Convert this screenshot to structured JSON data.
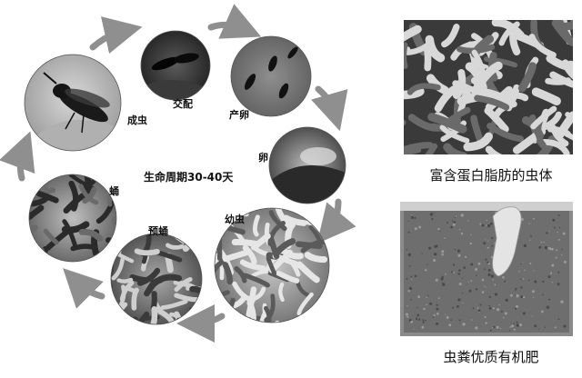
{
  "cycle": {
    "title": "生命周期30-40天",
    "stages": [
      {
        "key": "adult",
        "label": "成虫",
        "icon": "fly-photo"
      },
      {
        "key": "mating",
        "label": "交配",
        "icon": "mating-flies-photo"
      },
      {
        "key": "laying",
        "label": "产卵",
        "icon": "egg-laying-photo"
      },
      {
        "key": "egg",
        "label": "卵",
        "icon": "eggs-photo"
      },
      {
        "key": "larva",
        "label": "幼虫",
        "icon": "larvae-photo"
      },
      {
        "key": "prepupa",
        "label": "预蛹",
        "icon": "prepupae-photo"
      },
      {
        "key": "pupa",
        "label": "蛹",
        "icon": "pupae-photo"
      }
    ]
  },
  "panels": {
    "top_caption": "富含蛋白脂肪的虫体",
    "bottom_caption": "虫粪优质有机肥"
  },
  "colors": {
    "arrow": "#8f8f8f",
    "photo_dark": "#2a2a2a",
    "photo_mid": "#7a7a7a",
    "photo_light": "#cfcfcf"
  }
}
